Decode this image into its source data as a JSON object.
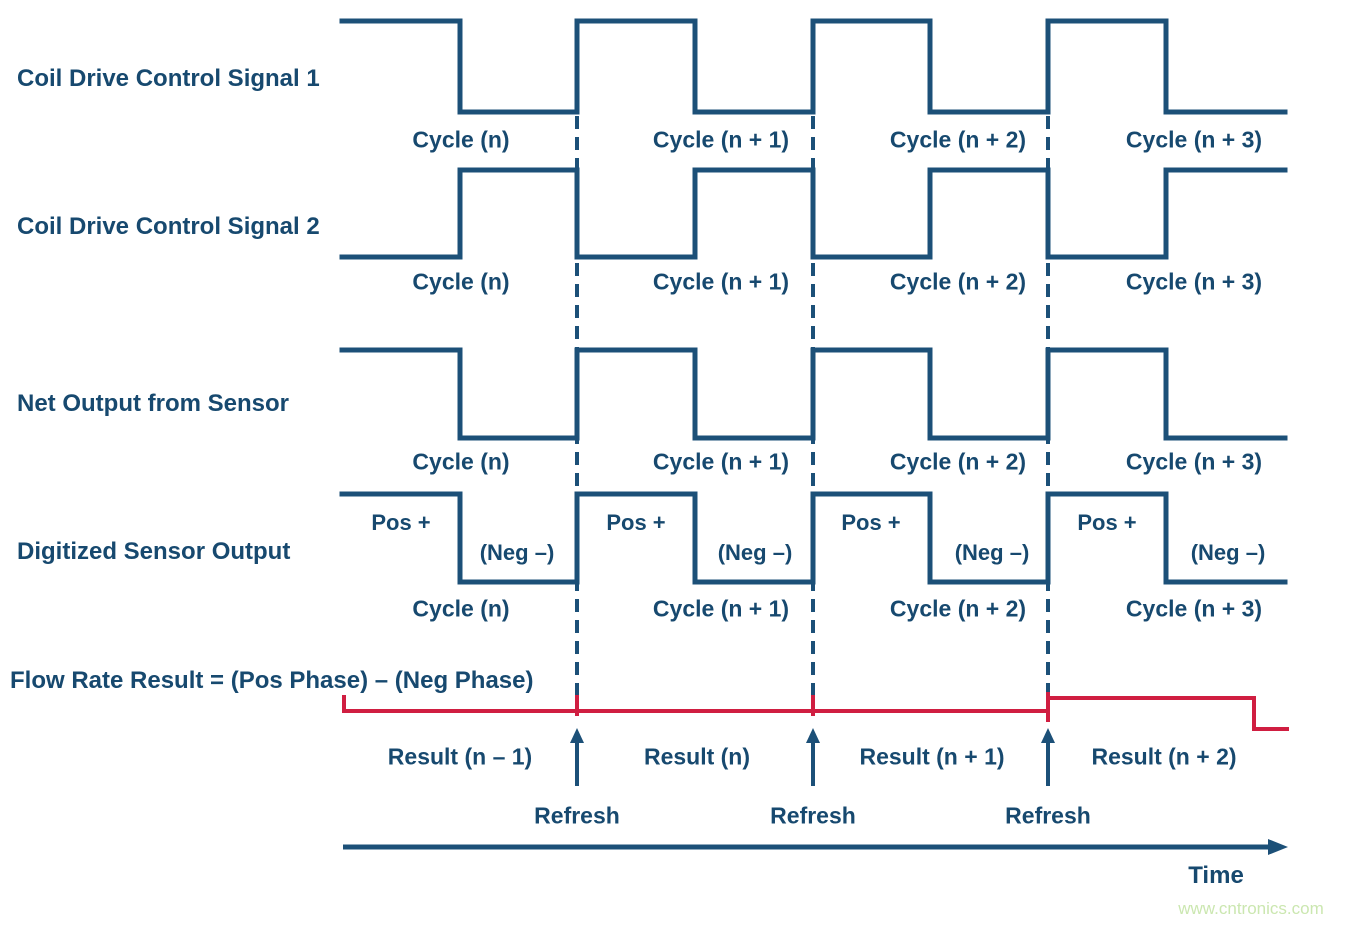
{
  "diagram": {
    "rows": [
      {
        "label": "Coil Drive Control Signal 1",
        "cycle_labels": [
          "Cycle (n)",
          "Cycle (n + 1)",
          "Cycle (n + 2)",
          "Cycle (n + 3)"
        ]
      },
      {
        "label": "Coil Drive Control Signal 2",
        "cycle_labels": [
          "Cycle (n)",
          "Cycle (n + 1)",
          "Cycle (n + 2)",
          "Cycle (n + 3)"
        ]
      },
      {
        "label": "Net Output from Sensor",
        "cycle_labels": [
          "Cycle (n)",
          "Cycle (n + 1)",
          "Cycle (n + 2)",
          "Cycle (n + 3)"
        ]
      },
      {
        "label": "Digitized Sensor Output",
        "cycle_labels": [
          "Cycle (n)",
          "Cycle (n + 1)",
          "Cycle (n + 2)",
          "Cycle (n + 3)"
        ],
        "pos_labels": [
          "Pos +",
          "Pos +",
          "Pos +",
          "Pos +"
        ],
        "neg_labels": [
          "(Neg –)",
          "(Neg –)",
          "(Neg –)",
          "(Neg –)"
        ]
      }
    ],
    "flow_label": "Flow Rate Result = (Pos Phase) – (Neg Phase)",
    "result_labels": [
      "Result (n – 1)",
      "Result (n)",
      "Result (n + 1)",
      "Result (n + 2)"
    ],
    "refresh_labels": [
      "Refresh",
      "Refresh",
      "Refresh"
    ],
    "time_label": "Time",
    "watermark": "www.cntronics.com",
    "colors": {
      "navy": "#17496f",
      "line_navy": "#1c5078",
      "red": "#d01e41",
      "watermark_green": "#cbe7b0"
    }
  }
}
